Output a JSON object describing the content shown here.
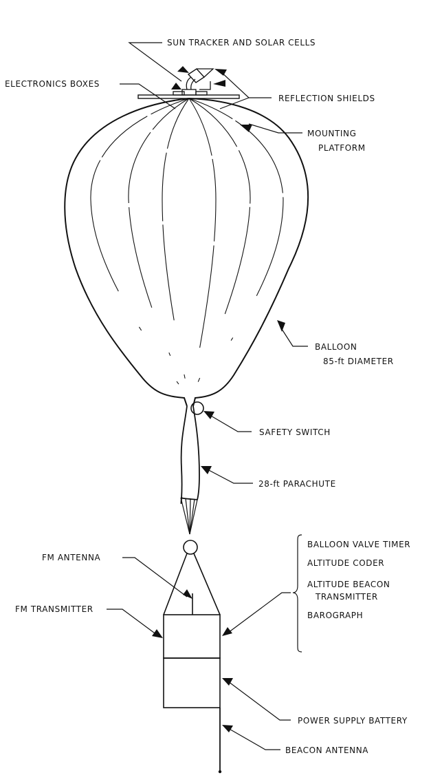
{
  "title": "Balloon-borne sun tracker flight train",
  "colors": {
    "ink": "#111111",
    "background": "#ffffff"
  },
  "labels": {
    "sun_tracker": "SUN TRACKER AND SOLAR CELLS",
    "electronics_boxes": "ELECTRONICS BOXES",
    "reflection_shields": "REFLECTION SHIELDS",
    "mounting_platform_1": "MOUNTING",
    "mounting_platform_2": "PLATFORM",
    "balloon_1": "BALLOON",
    "balloon_2": "85-ft DIAMETER",
    "safety_switch": "SAFETY SWITCH",
    "parachute": "28-ft PARACHUTE",
    "fm_antenna": "FM ANTENNA",
    "fm_transmitter": "FM TRANSMITTER",
    "package_items": [
      "BALLOON VALVE TIMER",
      "ALTITUDE CODER",
      "ALTITUDE BEACON",
      "TRANSMITTER",
      "BAROGRAPH"
    ],
    "power_supply": "POWER SUPPLY BATTERY",
    "beacon_antenna": "BEACON ANTENNA"
  }
}
